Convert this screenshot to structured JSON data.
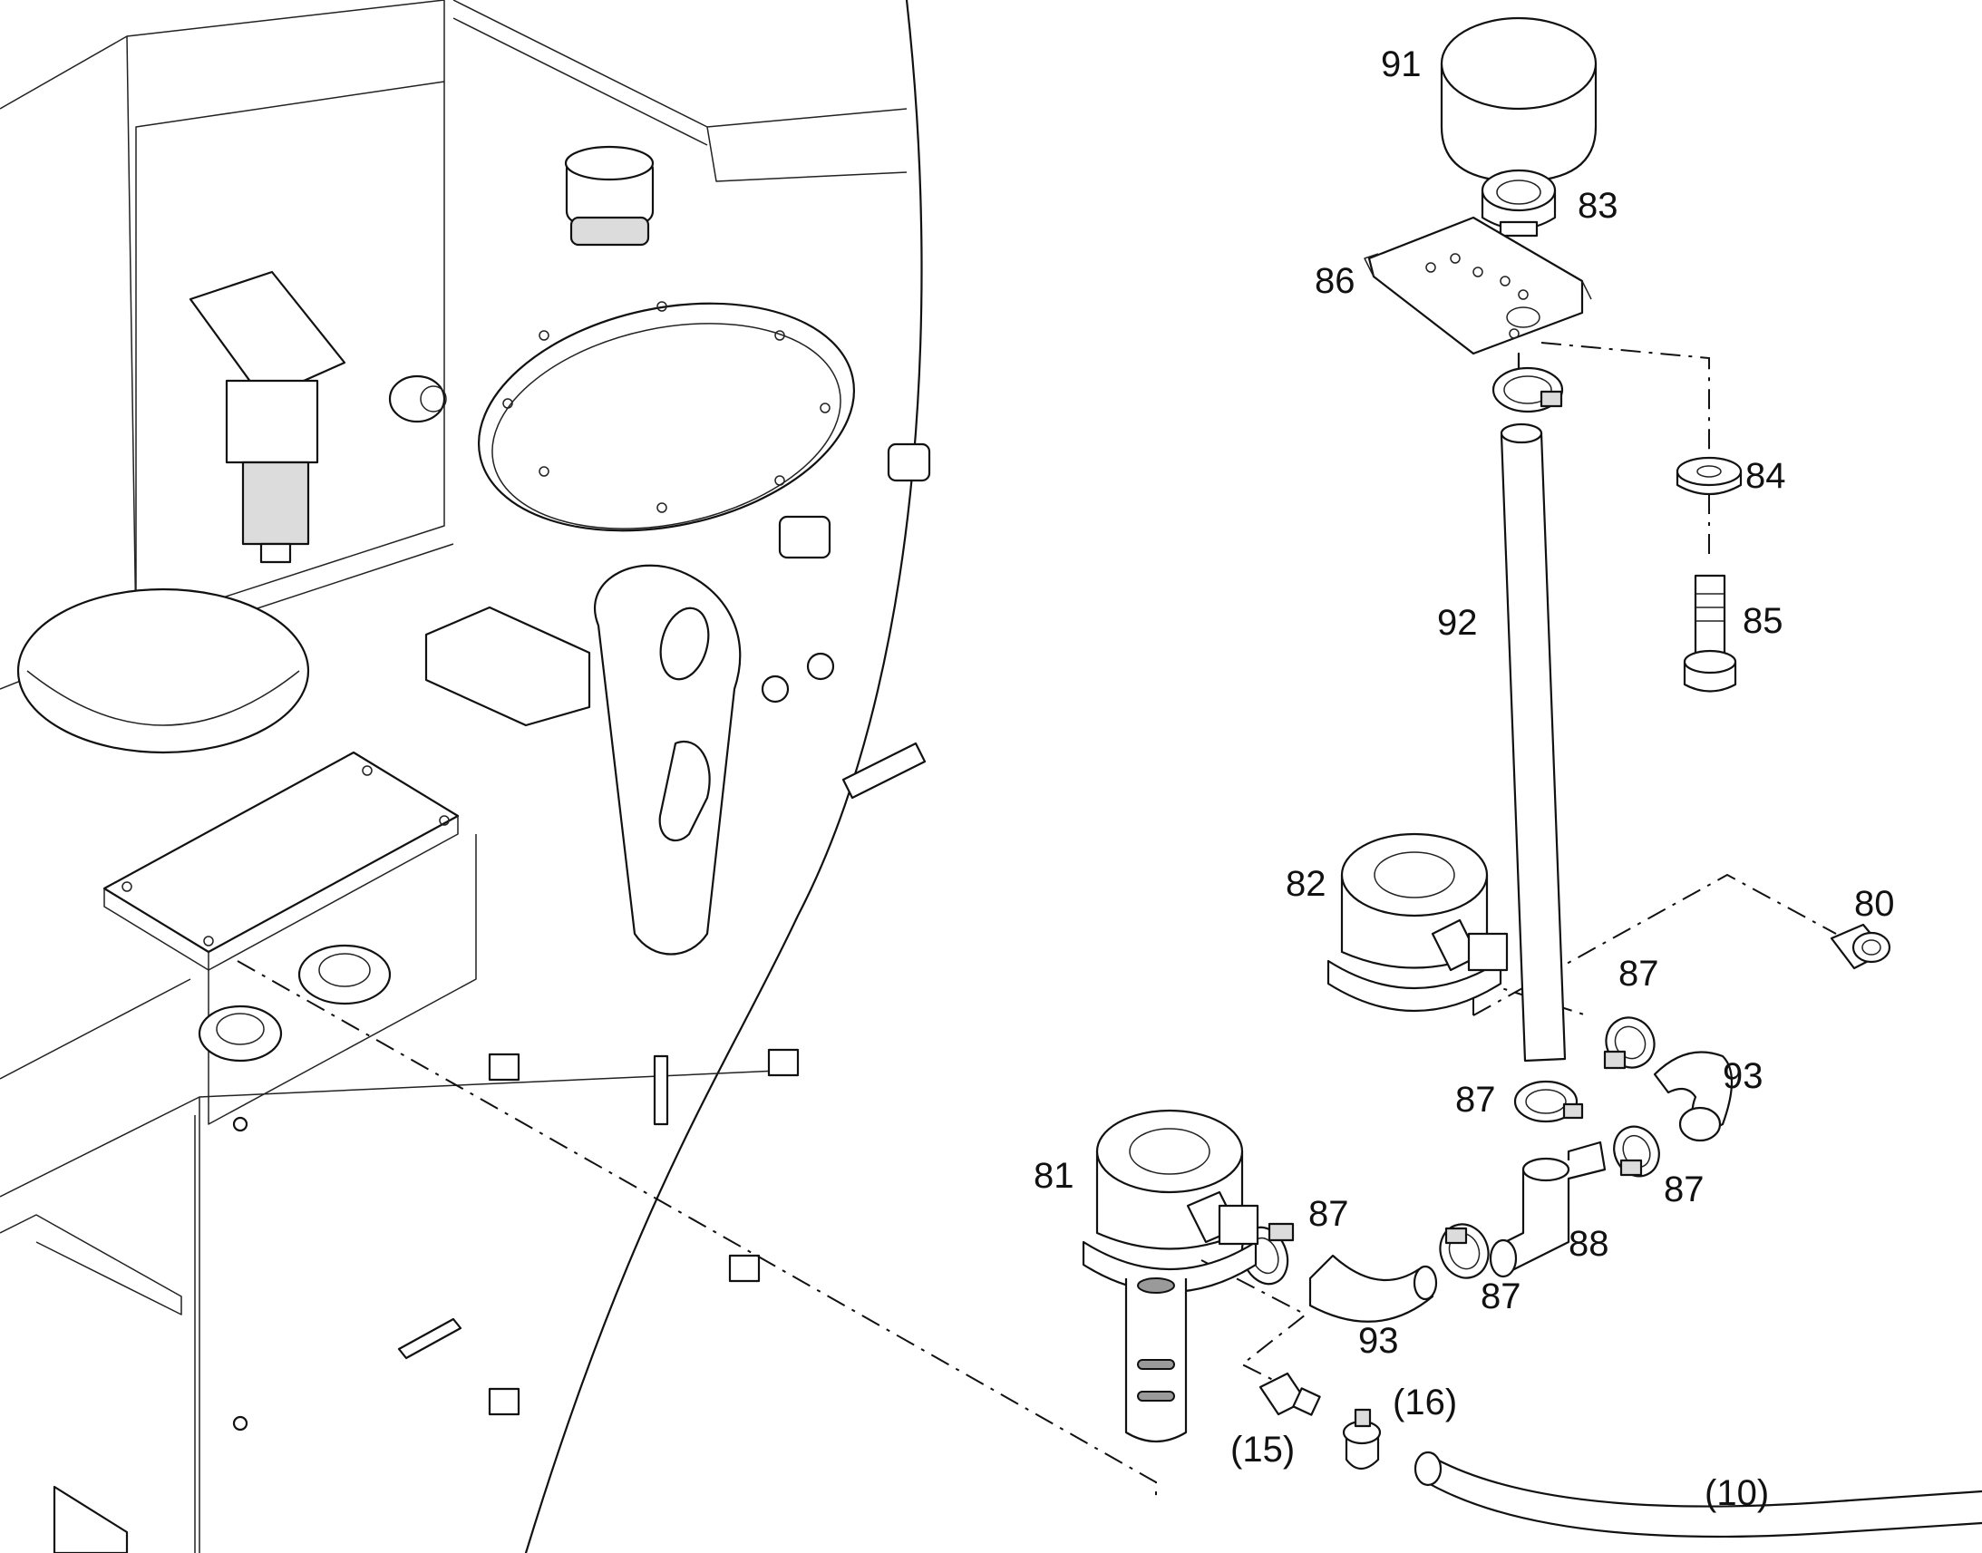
{
  "labels": {
    "p80": "80",
    "p81": "81",
    "p82": "82",
    "p83": "83",
    "p84": "84",
    "p85": "85",
    "p86": "86",
    "p87a": "87",
    "p87b": "87",
    "p87c": "87",
    "p87d": "87",
    "p87e": "87",
    "p88": "88",
    "p91": "91",
    "p92": "92",
    "p93a": "93",
    "p93b": "93",
    "p10": "(10)",
    "p15": "(15)",
    "p16": "(16)"
  }
}
